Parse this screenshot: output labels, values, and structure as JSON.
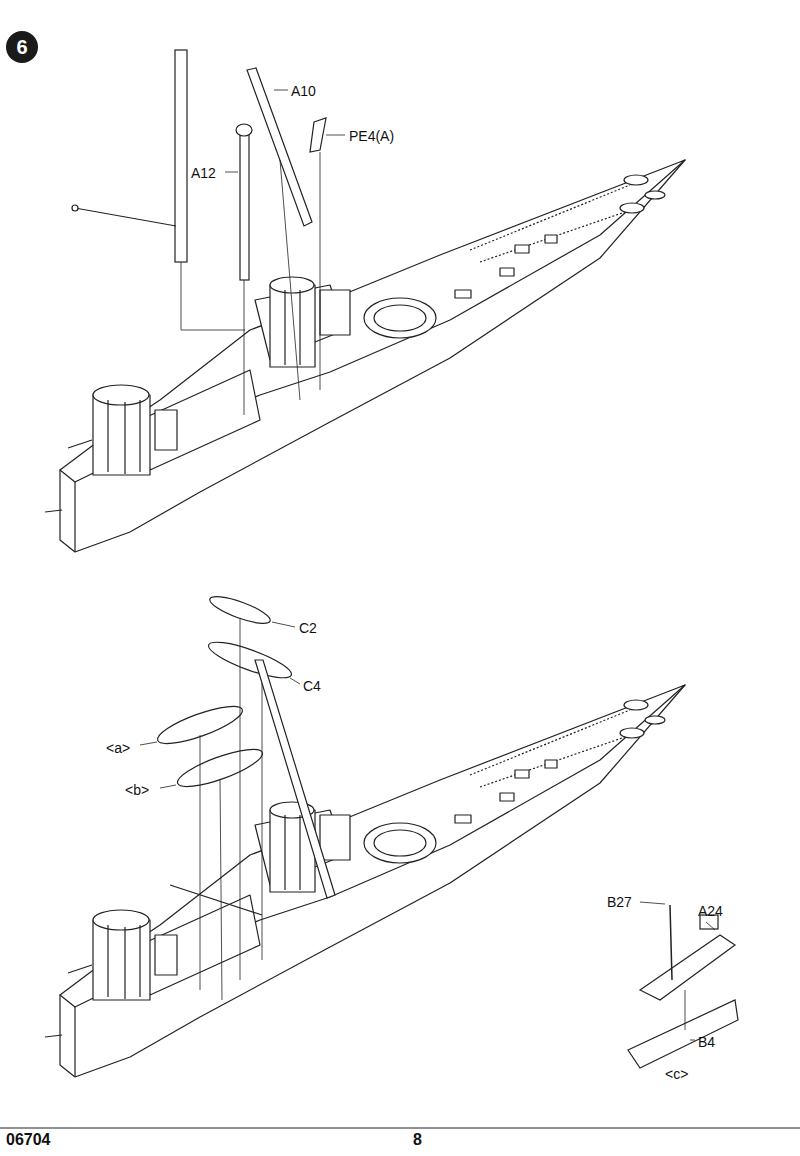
{
  "diagram": {
    "nodes": [
      {
        "text": [
          "6"
        ]
      }
    ],
    "labels": [
      "A10",
      "PE4(A)",
      "A12",
      "C2",
      "C4",
      "<a>",
      "<b>",
      "B27",
      "A24",
      "B4",
      "<c>",
      "06704",
      "8"
    ]
  }
}
